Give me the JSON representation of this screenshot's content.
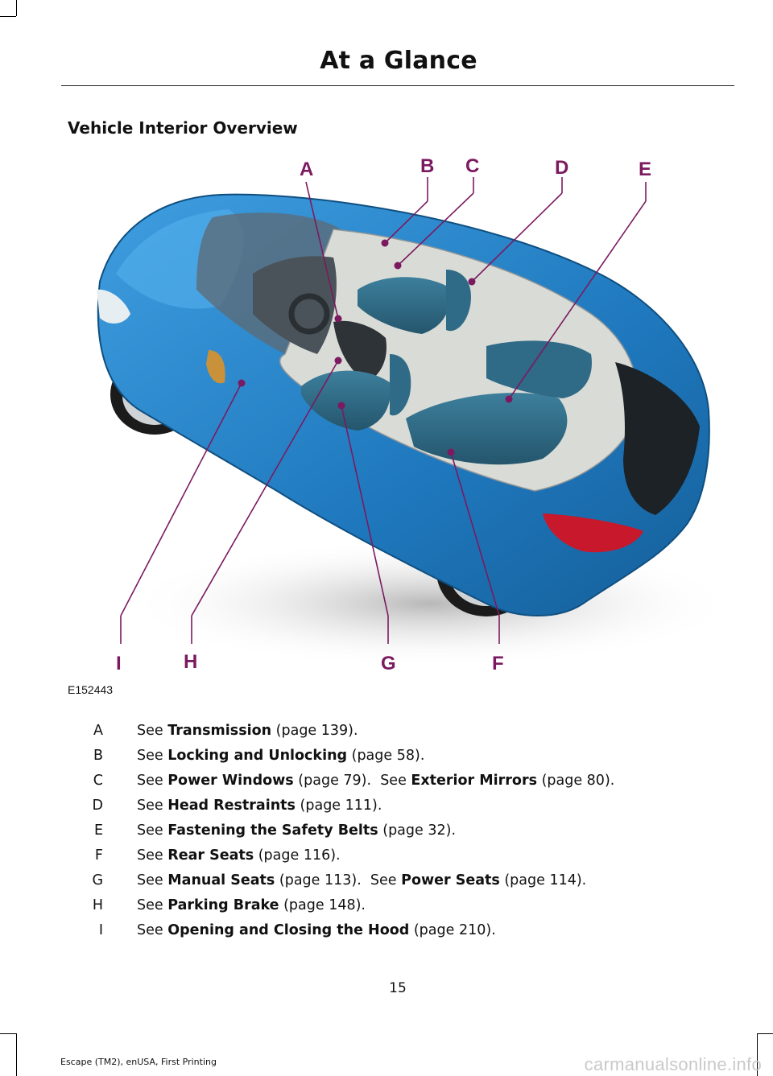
{
  "header": {
    "title": "At a Glance"
  },
  "section": {
    "title": "Vehicle Interior Overview"
  },
  "figure": {
    "id": "E152443",
    "callouts": [
      "A",
      "B",
      "C",
      "D",
      "E",
      "F",
      "G",
      "H",
      "I"
    ],
    "colors": {
      "body": "#2a86c9",
      "interior": "#2f6f8c",
      "callout": "#7b1a60"
    }
  },
  "legend": [
    {
      "key": "A",
      "parts": [
        {
          "pre": "See ",
          "link": "Transmission",
          "post": " (page 139)."
        }
      ]
    },
    {
      "key": "B",
      "parts": [
        {
          "pre": "See ",
          "link": "Locking and Unlocking",
          "post": " (page 58)."
        }
      ]
    },
    {
      "key": "C",
      "parts": [
        {
          "pre": "See ",
          "link": "Power Windows",
          "post": " (page 79).  "
        },
        {
          "pre": "See ",
          "link": "Exterior Mirrors",
          "post": " (page 80)."
        }
      ]
    },
    {
      "key": "D",
      "parts": [
        {
          "pre": "See ",
          "link": "Head Restraints",
          "post": " (page 111)."
        }
      ]
    },
    {
      "key": "E",
      "parts": [
        {
          "pre": "See ",
          "link": "Fastening the Safety Belts",
          "post": " (page 32)."
        }
      ]
    },
    {
      "key": "F",
      "parts": [
        {
          "pre": "See ",
          "link": "Rear Seats",
          "post": " (page 116)."
        }
      ]
    },
    {
      "key": "G",
      "parts": [
        {
          "pre": "See ",
          "link": "Manual Seats",
          "post": " (page 113).  "
        },
        {
          "pre": "See ",
          "link": "Power Seats",
          "post": " (page 114)."
        }
      ]
    },
    {
      "key": "H",
      "parts": [
        {
          "pre": "See ",
          "link": "Parking Brake",
          "post": " (page 148)."
        }
      ]
    },
    {
      "key": "I",
      "parts": [
        {
          "pre": "See ",
          "link": "Opening and Closing the Hood",
          "post": " (page 210)."
        }
      ]
    }
  ],
  "page_number": "15",
  "footer": "Escape (TM2), enUSA, First Printing",
  "watermark": "carmanualsonline.info"
}
